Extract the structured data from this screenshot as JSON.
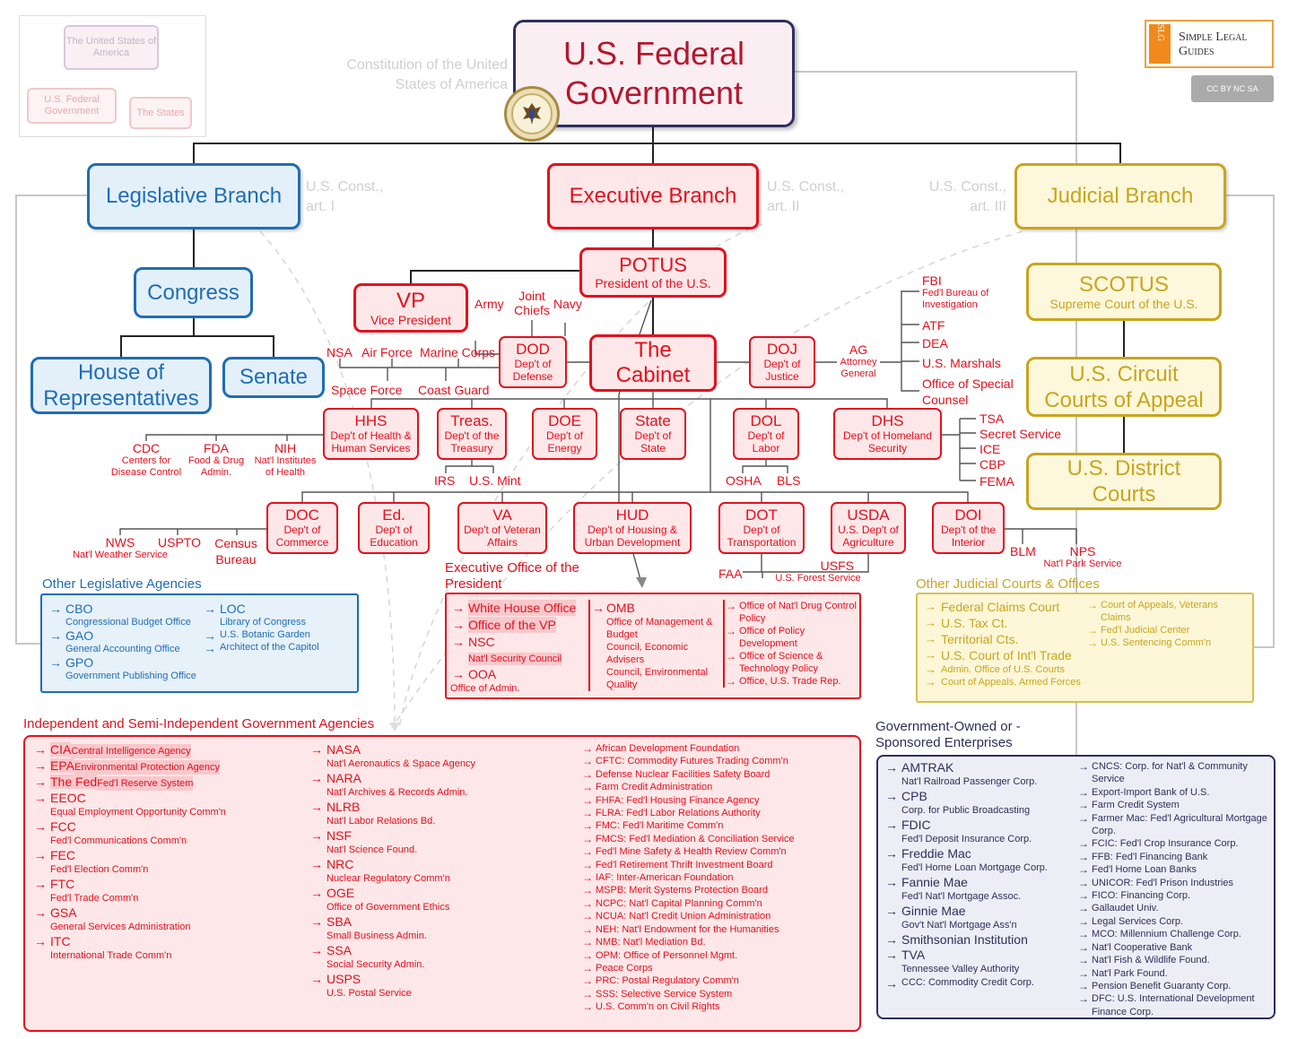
{
  "inset": {
    "top": "The United States of America",
    "left": "U.S. Federal Government",
    "right": "The States"
  },
  "title": "U.S. Federal Government",
  "constitution_note": "Constitution of the United States of America",
  "logo": {
    "line1": "Simple Legal",
    "line2": "Guides",
    "mark": "SLG",
    "license": "CC BY NC SA"
  },
  "branches": {
    "legislative": {
      "name": "Legislative Branch",
      "note1": "U.S. Const.,",
      "note2": "art. I"
    },
    "executive": {
      "name": "Executive Branch",
      "note1": "U.S. Const.,",
      "note2": "art. II"
    },
    "judicial": {
      "name": "Judicial Branch",
      "note1": "U.S. Const.,",
      "note2": "art. III"
    }
  },
  "legislative": {
    "congress": "Congress",
    "house": "House of Representatives",
    "senate": "Senate"
  },
  "executive": {
    "potus": {
      "abbr": "POTUS",
      "full": "President of the U.S."
    },
    "vp": {
      "abbr": "VP",
      "full": "Vice President"
    },
    "cabinet": "The Cabinet",
    "dod": {
      "abbr": "DOD",
      "full": "Dep't of Defense"
    },
    "doj": {
      "abbr": "DOJ",
      "full": "Dep't of Justice"
    },
    "hhs": {
      "abbr": "HHS",
      "full": "Dep't of Health & Human Services"
    },
    "treas": {
      "abbr": "Treas.",
      "full": "Dep't of the Treasury"
    },
    "doe": {
      "abbr": "DOE",
      "full": "Dep't of Energy"
    },
    "state": {
      "abbr": "State",
      "full": "Dep't of State"
    },
    "dol": {
      "abbr": "DOL",
      "full": "Dep't of Labor"
    },
    "dhs": {
      "abbr": "DHS",
      "full": "Dep't of Homeland Security"
    },
    "doc": {
      "abbr": "DOC",
      "full": "Dep't of Commerce"
    },
    "ed": {
      "abbr": "Ed.",
      "full": "Dep't of Education"
    },
    "va": {
      "abbr": "VA",
      "full": "Dep't of Veteran Affairs"
    },
    "hud": {
      "abbr": "HUD",
      "full": "Dep't of Housing & Urban Development"
    },
    "dot": {
      "abbr": "DOT",
      "full": "Dep't of Transportation"
    },
    "usda": {
      "abbr": "USDA",
      "full": "U.S. Dep't of Agriculture"
    },
    "doi": {
      "abbr": "DOI",
      "full": "Dep't of the Interior"
    }
  },
  "sub": {
    "army": "Army",
    "joint": "Joint Chiefs",
    "navy": "Navy",
    "nsa": "NSA",
    "airforce": "Air Force",
    "marines": "Marine Corps",
    "spaceforce": "Space Force",
    "coastguard": "Coast Guard",
    "ag": "AG",
    "ag_full": "Attorney General",
    "fbi": "FBI",
    "fbi_full": "Fed'l Bureau of Investigation",
    "atf": "ATF",
    "dea": "DEA",
    "marshals": "U.S. Marshals",
    "osc": "Office of Special Counsel",
    "cdc": "CDC",
    "cdc_full": "Centers for Disease Control",
    "fda": "FDA",
    "fda_full": "Food & Drug Admin.",
    "nih": "NIH",
    "nih_full": "Nat'l Institutes of Health",
    "irs": "IRS",
    "mint": "U.S. Mint",
    "osha": "OSHA",
    "bls": "BLS",
    "tsa": "TSA",
    "ss": "Secret Service",
    "ice": "ICE",
    "cbp": "CBP",
    "fema": "FEMA",
    "nws": "NWS",
    "nws_full": "Nat'l Weather Service",
    "uspto": "USPTO",
    "census": "Census Bureau",
    "faa": "FAA",
    "usfs": "USFS",
    "usfs_full": "U.S. Forest Service",
    "blm": "BLM",
    "nps": "NPS",
    "nps_full": "Nat'l Park Service"
  },
  "judicial": {
    "scotus": {
      "abbr": "SCOTUS",
      "full": "Supreme Court of the U.S."
    },
    "circuit": "U.S. Circuit Courts of Appeal",
    "district": "U.S. District Courts"
  },
  "other_leg": {
    "title": "Other Legislative Agencies",
    "col1": [
      {
        "abbr": "CBO",
        "full": "Congressional Budget Office"
      },
      {
        "abbr": "GAO",
        "full": "General Accounting Office"
      },
      {
        "abbr": "GPO",
        "full": "Government Publishing Office"
      }
    ],
    "col2": [
      {
        "abbr": "LOC",
        "full": "Library of Congress"
      },
      {
        "abbr": "",
        "full": "U.S. Botanic Garden"
      },
      {
        "abbr": "",
        "full": "Architect of the Capitol"
      }
    ]
  },
  "eop": {
    "title": "Executive Office of the President",
    "col1": [
      "White House Office",
      "Office of the VP",
      "NSC",
      "Nat'l Security Council",
      "OOA",
      "Office of Admin."
    ],
    "col2": [
      "OMB",
      "Office of Management & Budget",
      "Council, Economic Advisers",
      "Council, Environmental Quality"
    ],
    "col3": [
      "Office of Nat'l Drug Control Policy",
      "Office of Policy Development",
      "Office of Science & Technology Policy",
      "Office, U.S. Trade Rep."
    ]
  },
  "other_jud": {
    "title": "Other Judicial Courts & Offices",
    "col1": [
      "Federal Claims Court",
      "U.S. Tax Ct.",
      "Territorial Cts.",
      "U.S. Court of Int'l Trade",
      "Admin. Office of U.S. Courts",
      "Court of Appeals, Armed Forces"
    ],
    "col2": [
      "Court of Appeals, Veterans Claims",
      "Fed'l Judicial Center",
      "U.S. Sentencing Comm'n"
    ]
  },
  "independent": {
    "title": "Independent and Semi-Independent Government Agencies",
    "col1": [
      {
        "abbr": "CIA",
        "full": "Central Intelligence Agency"
      },
      {
        "abbr": "EPA",
        "full": "Environmental Protection Agency"
      },
      {
        "abbr": "The Fed",
        "full": "Fed'l Reserve System"
      },
      {
        "abbr": "EEOC",
        "full": "Equal Employment Opportunity Comm'n"
      },
      {
        "abbr": "FCC",
        "full": "Fed'l Communications Comm'n"
      },
      {
        "abbr": "FEC",
        "full": "Fed'l Election Comm'n"
      },
      {
        "abbr": "FTC",
        "full": "Fed'l Trade Comm'n"
      },
      {
        "abbr": "GSA",
        "full": "General Services Administration"
      },
      {
        "abbr": "ITC",
        "full": "International Trade Comm'n"
      }
    ],
    "col2": [
      {
        "abbr": "NASA",
        "full": "Nat'l Aeronautics & Space Agency"
      },
      {
        "abbr": "NARA",
        "full": "Nat'l Archives & Records Admin."
      },
      {
        "abbr": "NLRB",
        "full": "Nat'l Labor Relations Bd."
      },
      {
        "abbr": "NSF",
        "full": "Nat'l Science Found."
      },
      {
        "abbr": "NRC",
        "full": "Nuclear Regulatory Comm'n"
      },
      {
        "abbr": "OGE",
        "full": "Office of Government Ethics"
      },
      {
        "abbr": "SBA",
        "full": "Small Business Admin."
      },
      {
        "abbr": "SSA",
        "full": "Social Security Admin."
      },
      {
        "abbr": "USPS",
        "full": "U.S. Postal Service"
      }
    ],
    "col3": [
      "African Development Foundation",
      "CFTC: Commodity Futures Trading Comm'n",
      "Defense Nuclear Facilities Safety Board",
      "Farm Credit Administration",
      "FHFA: Fed'l Housing Finance Agency",
      "FLRA: Fed'l Labor Relations Authority",
      "FMC: Fed'l Maritime Comm'n",
      "FMCS: Fed'l Mediation & Conciliation Service",
      "Fed'l Mine Safety & Health Review Comm'n",
      "Fed'l Retirement Thrift Investment Board",
      "IAF: Inter-American Foundation",
      "MSPB: Merit Systems Protection Board",
      "NCPC: Nat'l Capital Planning Comm'n",
      "NCUA: Nat'l Credit Union Administration",
      "NEH: Nat'l Endowment for the Humanities",
      "NMB: Nat'l Mediation Bd.",
      "OPM: Office of Personnel Mgmt.",
      "Peace Corps",
      "PRC: Postal Regulatory Comm'n",
      "SSS: Selective Service System",
      "U.S. Comm'n on Civil Rights"
    ]
  },
  "gse": {
    "title1": "Government-Owned or -",
    "title2": "Sponsored Enterprises",
    "col1": [
      {
        "abbr": "AMTRAK",
        "full": "Nat'l Railroad Passenger Corp."
      },
      {
        "abbr": "CPB",
        "full": "Corp. for Public Broadcasting"
      },
      {
        "abbr": "FDIC",
        "full": "Fed'l Deposit Insurance Corp."
      },
      {
        "abbr": "Freddie Mac",
        "full": "Fed'l Home Loan Mortgage Corp."
      },
      {
        "abbr": "Fannie Mae",
        "full": "Fed'l Nat'l Mortgage Assoc."
      },
      {
        "abbr": "Ginnie Mae",
        "full": "Gov't Nat'l Mortgage Ass'n"
      },
      {
        "abbr": "Smithsonian Institution",
        "full": ""
      },
      {
        "abbr": "TVA",
        "full": "Tennessee Valley Authority"
      },
      {
        "abbr": "",
        "full": "CCC: Commodity Credit Corp."
      }
    ],
    "col2": [
      "CNCS: Corp. for Nat'l & Community Service",
      "Export-Import Bank of U.S.",
      "Farm Credit System",
      "Farmer Mac: Fed'l Agricultural Mortgage Corp.",
      "FCIC: Fed'l Crop Insurance Corp.",
      "FFB: Fed'l Financing Bank",
      "Fed'l Home Loan Banks",
      "UNICOR: Fed'l Prison Industries",
      "FICO: Financing Corp.",
      "Gallaudet Univ.",
      "Legal Services Corp.",
      "MCO: Millennium Challenge Corp.",
      "Nat'l Cooperative Bank",
      "Nat'l Fish & Wildlife Found.",
      "Nat'l Park Found.",
      "Pension Benefit Guaranty Corp.",
      "DFC: U.S. International Development Finance Corp."
    ]
  },
  "colors": {
    "red": "#e3101d",
    "blue": "#1f6db5",
    "gold": "#c8a51e",
    "navy": "#2c2f5e",
    "grey": "#cfcfcf"
  }
}
